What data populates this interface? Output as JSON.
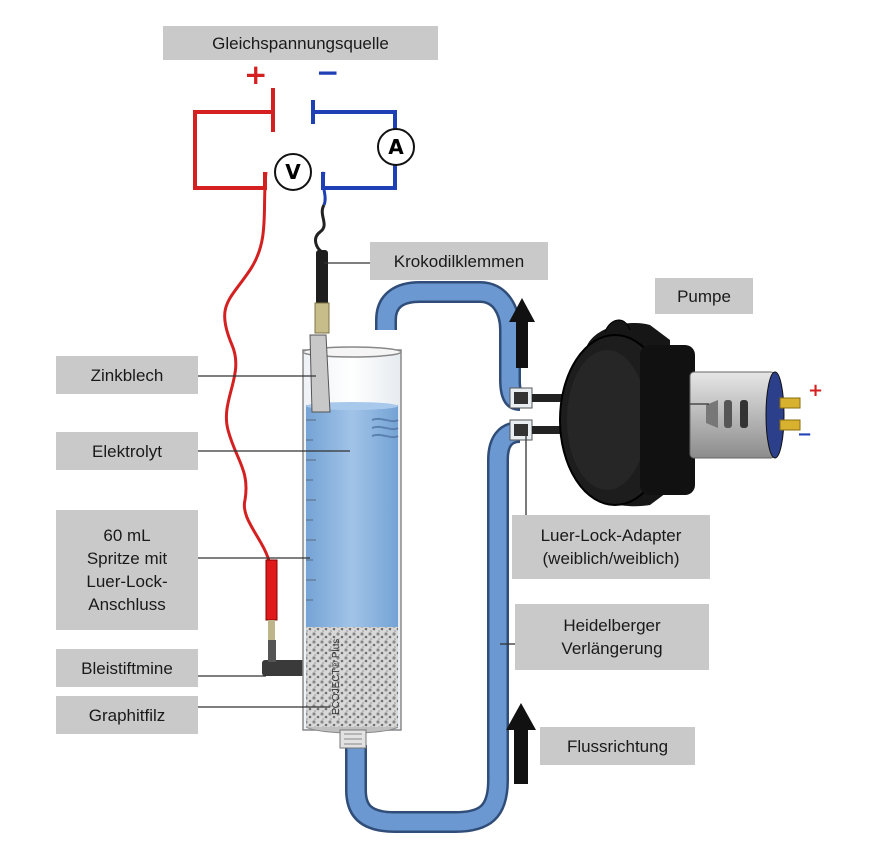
{
  "labels": {
    "source": "Gleichspannungsquelle",
    "plus": "+",
    "minus": "−",
    "voltmeter": "V",
    "ammeter": "A",
    "clamps": "Krokodilklemmen",
    "pump": "Pumpe",
    "zinc": "Zinkblech",
    "electrolyte": "Elektrolyt",
    "syringe": [
      "60 mL",
      "Spritze mit",
      "Luer-Lock-",
      "Anschluss"
    ],
    "pencil_lead": "Bleistiftmine",
    "graphite_felt": "Graphitfilz",
    "luer_adapter": [
      "Luer-Lock-Adapter",
      "(weiblich/weiblich)"
    ],
    "extension": [
      "Heidelberger",
      "Verlängerung"
    ],
    "flow": "Flussrichtung",
    "pump_plus": "+",
    "pump_minus": "−",
    "brand": "ECOJECT® Plus"
  },
  "colors": {
    "positive": "#d42020",
    "negative": "#1f3fb5",
    "tube": "#6b98d0",
    "electrolyte": "#8fb6e0",
    "label_bg": "#c9c9c9"
  }
}
